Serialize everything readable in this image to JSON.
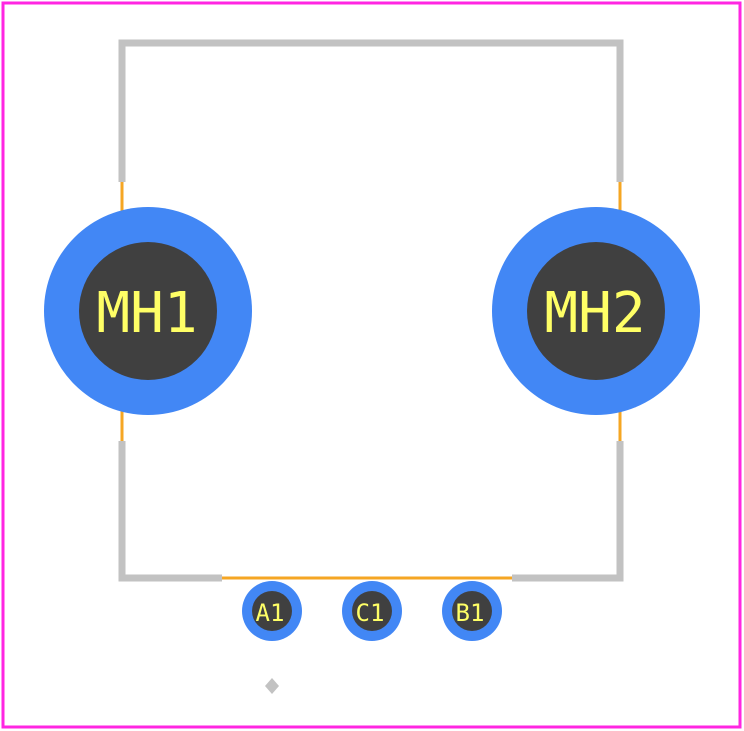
{
  "colors": {
    "courtyard": "#ff26e2",
    "silkscreen": "#c2c2c2",
    "fab": "#f5a623",
    "pad_copper": "#4287f5",
    "pad_drill": "#404040",
    "label": "#ffff66"
  },
  "mounting_holes": [
    {
      "designator": "MH1"
    },
    {
      "designator": "MH2"
    }
  ],
  "pins": [
    {
      "designator": "A1"
    },
    {
      "designator": "C1"
    },
    {
      "designator": "B1"
    }
  ],
  "origin_marker": {
    "icon": "diamond-icon"
  }
}
